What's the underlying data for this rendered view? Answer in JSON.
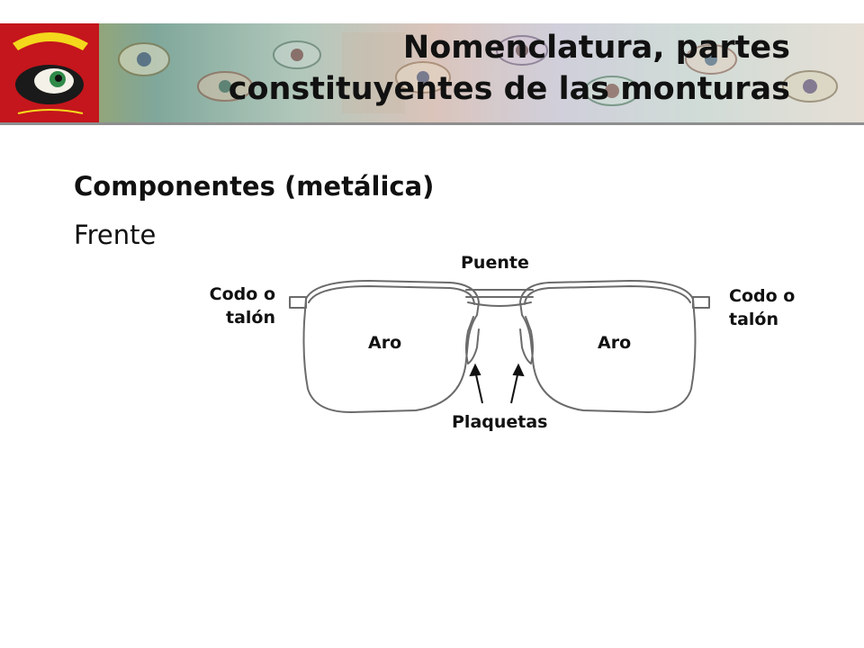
{
  "slide": {
    "title_line1": "Nomenclatura, partes",
    "title_line2": "constituyentes de las monturas",
    "subtitle": "Componentes (metálica)",
    "section_label": "Frente"
  },
  "diagram": {
    "labels": {
      "puente": "Puente",
      "codo_left_line1": "Codo o",
      "codo_left_line2": "talón",
      "codo_right_line1": "Codo o",
      "codo_right_line2": "talón",
      "aro_left": "Aro",
      "aro_right": "Aro",
      "plaquetas": "Plaquetas"
    }
  },
  "colors": {
    "banner_rule": "#8e8e8e",
    "logo_red": "#c4161c",
    "logo_yellow": "#f4d81c",
    "frame_stroke": "#6b6b6b",
    "text": "#111111"
  }
}
